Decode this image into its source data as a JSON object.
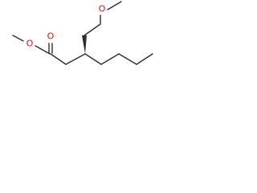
{
  "molecule": {
    "atoms": {
      "ester_o_single": {
        "symbol": "O",
        "color": "#e8100a"
      },
      "ester_o_double": {
        "symbol": "O",
        "color": "#e8100a"
      },
      "ether_o": {
        "symbol": "O",
        "color": "#e8100a"
      }
    },
    "bond_color": "#2e2e2e",
    "stereo": "wedge"
  }
}
